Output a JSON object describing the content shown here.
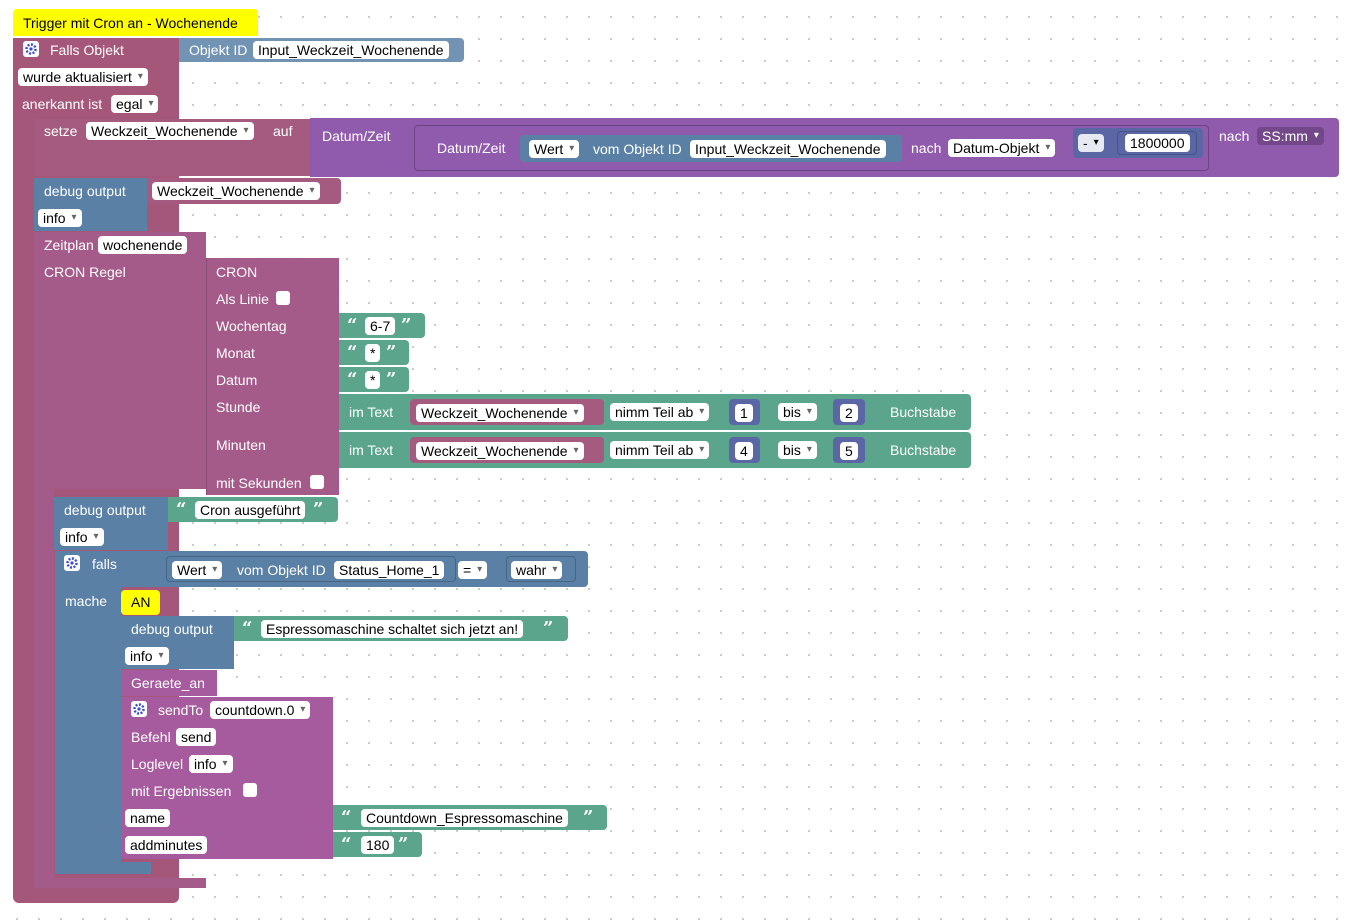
{
  "comment_title": "Trigger mit Cron an - Wochenende",
  "trigger": {
    "label": "Falls Objekt",
    "objid_label": "Objekt ID",
    "objid_value": "Input_Weckzeit_Wochenende",
    "condition": "wurde aktualisiert",
    "ack_label": "anerkannt ist",
    "ack_value": "egal"
  },
  "setze": {
    "label": "setze",
    "var": "Weckzeit_Wochenende",
    "auf": "auf",
    "datetime_label": "Datum/Zeit",
    "inner_datetime_label": "Datum/Zeit",
    "wert": "Wert",
    "vom_objekt": "vom Objekt ID",
    "object_id": "Input_Weckzeit_Wochenende",
    "nach": "nach",
    "datum_objekt": "Datum-Objekt",
    "op": "-",
    "offset": "1800000",
    "nach2": "nach",
    "format": "SS:mm"
  },
  "debug1": {
    "label": "debug output",
    "value": "Weckzeit_Wochenende",
    "level": "info"
  },
  "zeitplan": {
    "label": "Zeitplan",
    "name": "wochenende",
    "cron_regel": "CRON Regel",
    "cron": "CRON",
    "als_linie": "Als Linie",
    "wochentag_label": "Wochentag",
    "wochentag": "6-7",
    "monat_label": "Monat",
    "monat": "*",
    "datum_label": "Datum",
    "datum": "*",
    "stunde_label": "Stunde",
    "minuten_label": "Minuten",
    "mit_sekunden": "mit Sekunden"
  },
  "substr1": {
    "im_text": "im Text",
    "var": "Weckzeit_Wochenende",
    "mode": "nimm Teil ab",
    "from": "1",
    "bis": "bis",
    "to": "2",
    "buchstabe": "Buchstabe"
  },
  "substr2": {
    "im_text": "im Text",
    "var": "Weckzeit_Wochenende",
    "mode": "nimm Teil ab",
    "from": "4",
    "bis": "bis",
    "to": "5",
    "buchstabe": "Buchstabe"
  },
  "debug2": {
    "label": "debug output",
    "text": "Cron ausgeführt",
    "level": "info"
  },
  "falls": {
    "label": "falls",
    "wert": "Wert",
    "vom_objekt": "vom Objekt ID",
    "object_id": "Status_Home_1",
    "op": "=",
    "value": "wahr",
    "mache": "mache",
    "an": "AN"
  },
  "debug3": {
    "label": "debug output",
    "text": "Espressomaschine schaltet sich jetzt an!",
    "level": "info"
  },
  "geraete": {
    "label": "Geraete_an"
  },
  "sendto": {
    "label": "sendTo",
    "adapter": "countdown.0",
    "befehl_label": "Befehl",
    "befehl": "send",
    "loglevel_label": "Loglevel",
    "loglevel": "info",
    "mit_ergebnissen": "mit Ergebnissen",
    "name_label": "name",
    "name_value": "Countdown_Espressomaschine",
    "addmin_label": "addminutes",
    "addmin_value": "180"
  },
  "colors": {
    "event": "#a5577a",
    "variable": "#a55b80",
    "date": "#905bad",
    "debug": "#5b80a5",
    "schedule": "#a55b8a",
    "text": "#5ba58c",
    "number": "#5b67a5",
    "object": "#7293b3",
    "sendto": "#a55b9d",
    "comment": "#ffff00"
  }
}
